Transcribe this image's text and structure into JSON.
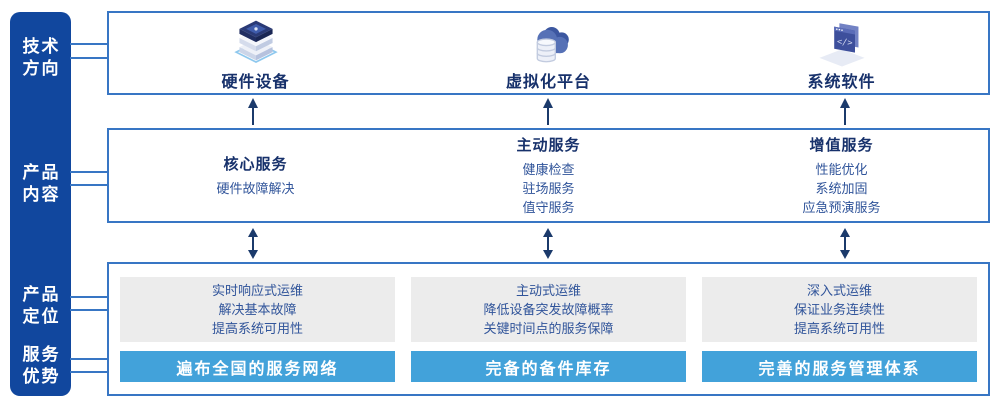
{
  "sidebar": {
    "labels": [
      {
        "id": "tech-direction",
        "line1": "技术",
        "line2": "方向"
      },
      {
        "id": "product-content",
        "line1": "产品",
        "line2": "内容"
      },
      {
        "id": "product-position",
        "line1": "产品",
        "line2": "定位"
      },
      {
        "id": "service-advantage",
        "line1": "服务",
        "line2": "优势"
      }
    ]
  },
  "tech_row": {
    "items": [
      {
        "icon": "server-stack-icon",
        "label": "硬件设备"
      },
      {
        "icon": "cloud-database-icon",
        "label": "虚拟化平台"
      },
      {
        "icon": "code-window-icon",
        "label": "系统软件"
      }
    ]
  },
  "product_row": {
    "columns": [
      {
        "title": "核心服务",
        "items": [
          "硬件故障解决"
        ]
      },
      {
        "title": "主动服务",
        "items": [
          "健康检查",
          "驻场服务",
          "值守服务"
        ]
      },
      {
        "title": "增值服务",
        "items": [
          "性能优化",
          "系统加固",
          "应急预演服务"
        ]
      }
    ]
  },
  "positioning_row": {
    "columns": [
      {
        "lines": [
          "实时响应式运维",
          "解决基本故障",
          "提高系统可用性"
        ],
        "bar": "遍布全国的服务网络"
      },
      {
        "lines": [
          "主动式运维",
          "降低设备突发故障概率",
          "关键时间点的服务保障"
        ],
        "bar": "完备的备件库存"
      },
      {
        "lines": [
          "深入式运维",
          "保证业务连续性",
          "提高系统可用性"
        ],
        "bar": "完善的服务管理体系"
      }
    ]
  },
  "colors": {
    "sidebar_bg": "#11479e",
    "box_border": "#3876c4",
    "heading_navy": "#17316b",
    "body_blue": "#30549a",
    "advantage_bar": "#42a2da",
    "gray_panel": "#ececec",
    "arrow": "#1b3a6b"
  }
}
